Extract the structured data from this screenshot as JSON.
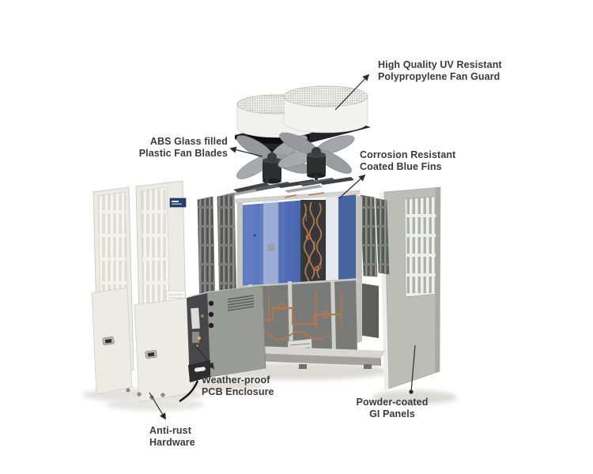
{
  "figure": {
    "kind": "exploded-view diagram of an air-cooled condensing unit",
    "background": "#ffffff"
  },
  "labels": {
    "fan_guard": "High Quality UV Resistant\nPolypropylene Fan Guard",
    "fan_blades": "ABS Glass filled\nPlastic Fan Blades",
    "blue_fins": "Corrosion Resistant\nCoated Blue Fins",
    "pcb_enclosure": "Weather-proof\nPCB Enclosure",
    "gi_panels": "Powder-coated\nGI Panels",
    "hardware": "Anti-rust\nHardware"
  },
  "colors": {
    "background": "#ffffff",
    "label_text": "#3b3b3b",
    "leader_line": "#2b2b2b",
    "blue_fins_front": "#5572bb",
    "blue_fins_back": "#46649f",
    "copper_piping": "#b5764a",
    "panel_cream": "#eceae5",
    "frame_gray": "#9a9c98",
    "dark_parts": "#2c2e30",
    "fan_blade_gray": "#a3a6a9",
    "badge_blue": "#27406b"
  }
}
